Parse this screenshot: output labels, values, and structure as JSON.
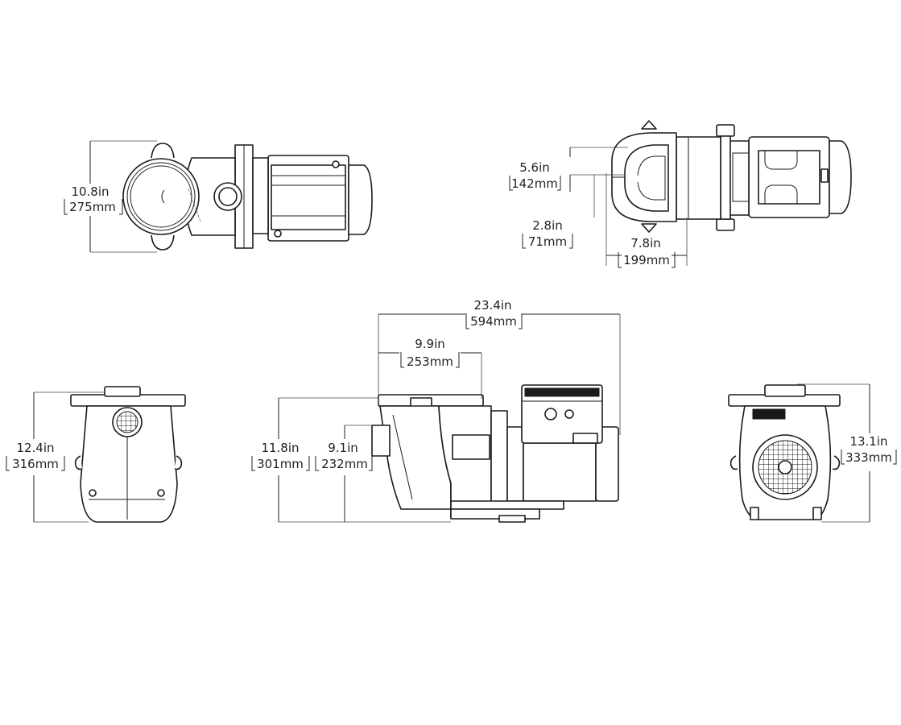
{
  "dimensions": {
    "top_height": {
      "inch": "10.8in",
      "mm": "275mm"
    },
    "top_right_upper": {
      "inch": "5.6in",
      "mm": "142mm"
    },
    "top_right_lower": {
      "inch": "2.8in",
      "mm": "71mm"
    },
    "top_right_width": {
      "inch": "7.8in",
      "mm": "199mm"
    },
    "overall_length": {
      "inch": "23.4in",
      "mm": "594mm"
    },
    "strainer_length": {
      "inch": "9.9in",
      "mm": "253mm"
    },
    "side_height": {
      "inch": "11.8in",
      "mm": "301mm"
    },
    "inlet_height": {
      "inch": "9.1in",
      "mm": "232mm"
    },
    "front_height": {
      "inch": "12.4in",
      "mm": "316mm"
    },
    "rear_height": {
      "inch": "13.1in",
      "mm": "333mm"
    }
  },
  "colors": {
    "line": "#1a1a1a",
    "background": "#ffffff"
  }
}
